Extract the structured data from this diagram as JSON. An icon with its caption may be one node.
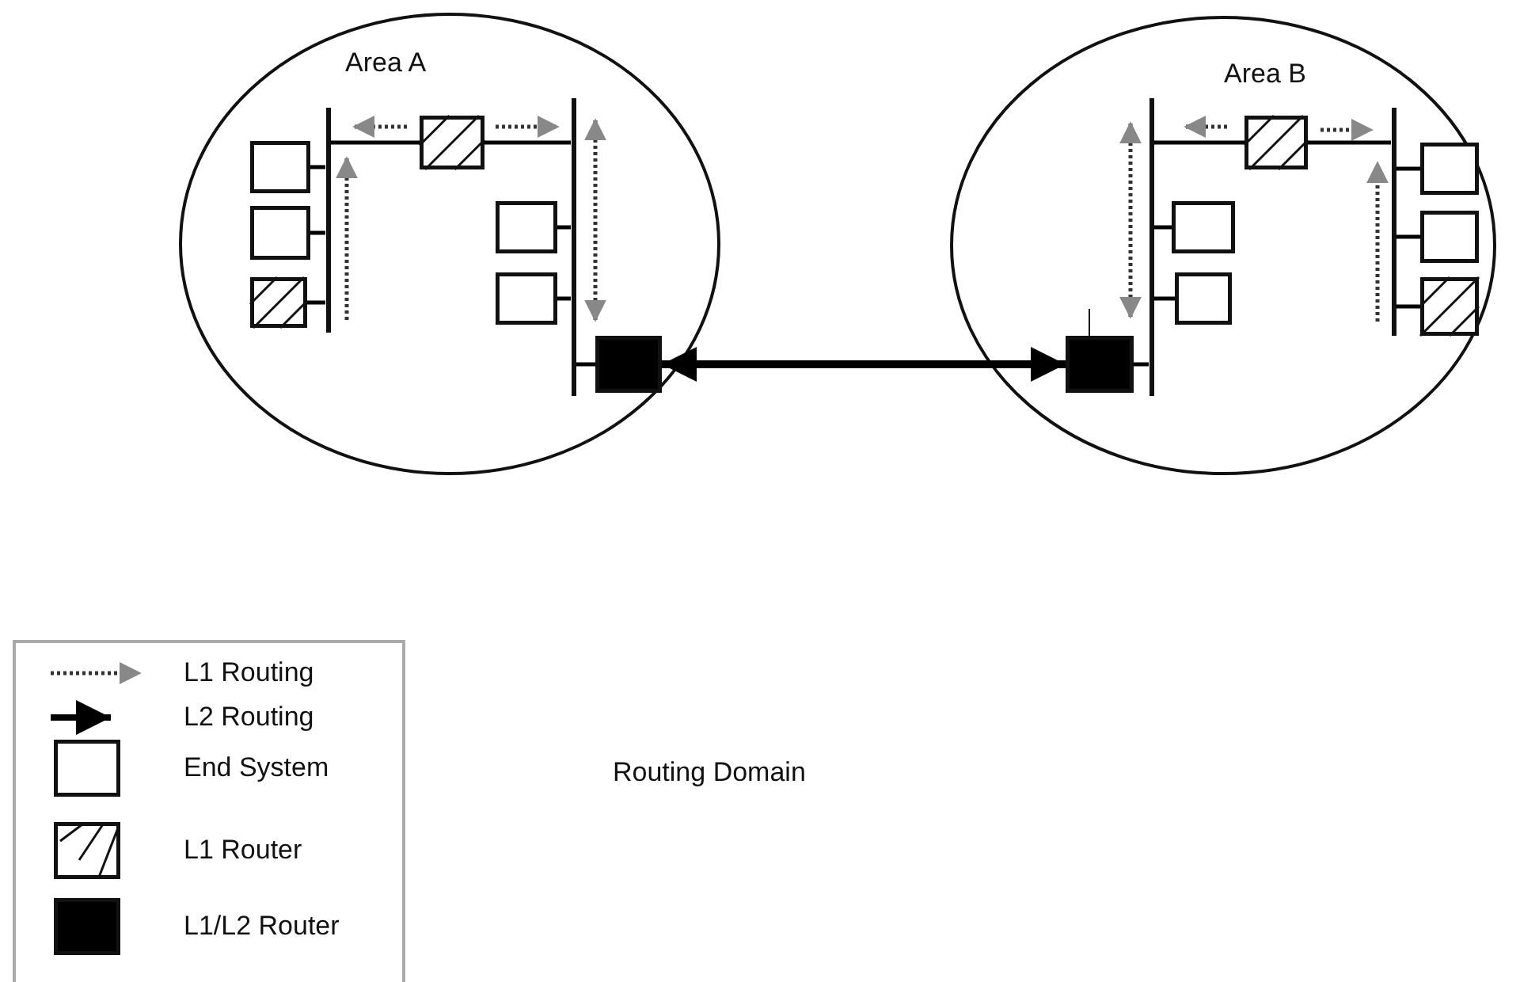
{
  "diagram": {
    "nodes": [
      {
        "text": [
          "Area A"
        ]
      },
      {
        "text": [],
        "shape": "box",
        "in": 0
      },
      {
        "text": [],
        "shape": "box",
        "in": 0
      },
      {
        "text": [],
        "shape": "hatch",
        "in": 0
      },
      {
        "text": [],
        "shape": "hatch",
        "in": 0
      },
      {
        "text": [],
        "shape": "box",
        "in": 0
      },
      {
        "text": [],
        "shape": "box",
        "in": 0
      },
      {
        "text": [],
        "shape": "block",
        "in": 0
      },
      {
        "text": [
          "Area B"
        ]
      },
      {
        "text": [],
        "shape": "block",
        "in": 8
      },
      {
        "text": [],
        "shape": "box",
        "in": 8
      },
      {
        "text": [],
        "shape": "box",
        "in": 8
      },
      {
        "text": [],
        "shape": "hatch",
        "in": 8
      },
      {
        "text": [],
        "shape": "box",
        "in": 8
      },
      {
        "text": [],
        "shape": "box",
        "in": 8
      },
      {
        "text": [],
        "shape": "hatch",
        "in": 8
      },
      {
        "text": [],
        "shape": "bar",
        "in": 0
      },
      {
        "text": [],
        "shape": "bar",
        "in": 0
      },
      {
        "text": [],
        "shape": "bar",
        "in": 8
      },
      {
        "text": [],
        "shape": "bar",
        "in": 8
      }
    ],
    "edges": [
      {
        "from": 7,
        "to": 9,
        "arrow": "both",
        "style": "thick"
      },
      {
        "from": 1,
        "to": 16,
        "arrow": "none"
      },
      {
        "from": 2,
        "to": 16,
        "arrow": "none"
      },
      {
        "from": 3,
        "to": 16,
        "arrow": "none"
      },
      {
        "from": 4,
        "to": 16,
        "arrow": "none"
      },
      {
        "from": 4,
        "to": 17,
        "arrow": "none"
      },
      {
        "from": 5,
        "to": 17,
        "arrow": "none"
      },
      {
        "from": 6,
        "to": 17,
        "arrow": "none"
      },
      {
        "from": 7,
        "to": 17,
        "arrow": "none"
      },
      {
        "from": 9,
        "to": 18,
        "arrow": "none"
      },
      {
        "from": 10,
        "to": 18,
        "arrow": "none"
      },
      {
        "from": 11,
        "to": 18,
        "arrow": "none"
      },
      {
        "from": 12,
        "to": 18,
        "arrow": "none"
      },
      {
        "from": 12,
        "to": 19,
        "arrow": "none"
      },
      {
        "from": 13,
        "to": 19,
        "arrow": "none"
      },
      {
        "from": 14,
        "to": 19,
        "arrow": "none"
      },
      {
        "from": 15,
        "to": 19,
        "arrow": "none"
      }
    ],
    "labels": [
      "Routing Domain"
    ],
    "legend": [
      {
        "text": "L1 Routing"
      },
      {
        "text": "L2 Routing"
      },
      {
        "text": "End System"
      },
      {
        "text": "L1 Router"
      },
      {
        "text": "L1/L2 Router"
      }
    ]
  }
}
